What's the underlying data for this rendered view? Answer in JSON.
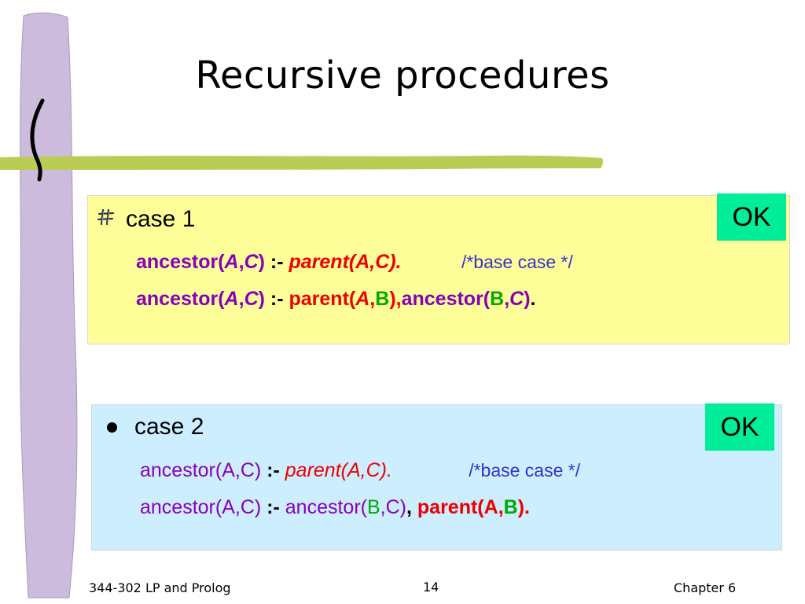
{
  "slide": {
    "title": "Recursive procedures",
    "case1": {
      "heading": "case 1",
      "ok_label": "OK",
      "line1": {
        "head": "ancestor(",
        "a": "A",
        "comma": ",",
        "c": "C",
        "close": ")",
        "op": " :- ",
        "body": "parent(A,C).",
        "comment": "/*base case */"
      },
      "line2": {
        "head": "ancestor(",
        "a": "A",
        "comma": ",",
        "c": "C",
        "close": ")",
        "op": " :- ",
        "p_open": "parent(",
        "p_a": "A",
        "p_comma": ",",
        "p_b": "B",
        "p_close": "),",
        "r_head": "ancestor(",
        "r_b": "B",
        "r_comma": ",",
        "r_c": "C",
        "r_close": ")",
        "end": "."
      }
    },
    "case2": {
      "heading": "case 2",
      "ok_label": "OK",
      "line1": {
        "head": "ancestor(A,C)",
        "op": " :- ",
        "body": "parent(A,C).",
        "comment": "/*base case */"
      },
      "line2": {
        "head": "ancestor(A,C)",
        "op": " :- ",
        "r_head": "ancestor(",
        "r_b": "B",
        "r_rest": ",C)",
        "sep": ", ",
        "p_open": "parent(A,",
        "p_b": "B",
        "p_close": ")."
      }
    },
    "footer": {
      "left": "344-302 LP and Prolog",
      "page": "14",
      "right": "Chapter 6"
    }
  },
  "colors": {
    "box1_bg": "#ffff99",
    "box2_bg": "#cceeff",
    "ok_bg": "#00ee99",
    "keyword": "#8800bb",
    "body_red": "#ee0000",
    "var_green": "#00aa00",
    "comment": "#3333cc"
  }
}
